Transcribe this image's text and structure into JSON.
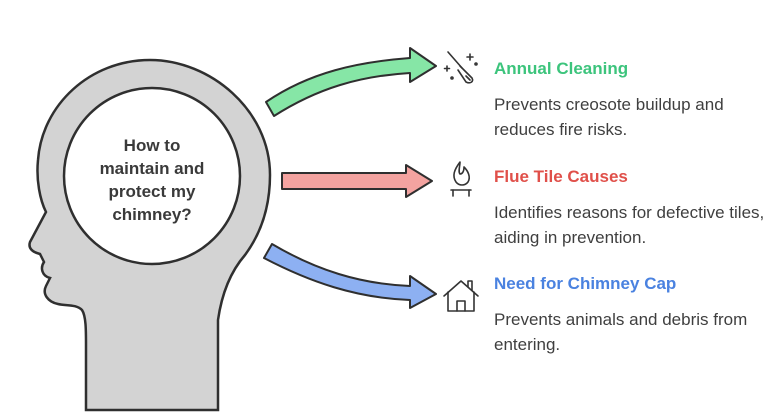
{
  "center": {
    "lines": [
      "How to",
      "maintain and",
      "protect my",
      "chimney?"
    ]
  },
  "items": [
    {
      "title": "Annual Cleaning",
      "description": "Prevents creosote buildup and reduces fire risks.",
      "color": "#3cc47c",
      "arrow_fill": "#86e6a6",
      "icon": "broom-sparkle-icon"
    },
    {
      "title": "Flue Tile Causes",
      "description": "Identifies reasons for defective tiles, aiding in prevention.",
      "color": "#e0504a",
      "arrow_fill": "#f4a3a0",
      "icon": "flame-icon"
    },
    {
      "title": "Need for Chimney Cap",
      "description": "Prevents animals and debris from entering.",
      "color": "#4a82e0",
      "arrow_fill": "#8db0f2",
      "icon": "house-icon"
    }
  ],
  "colors": {
    "head_fill": "#d3d3d3",
    "circle_fill": "#ffffff",
    "outline": "#2f2f2f"
  }
}
